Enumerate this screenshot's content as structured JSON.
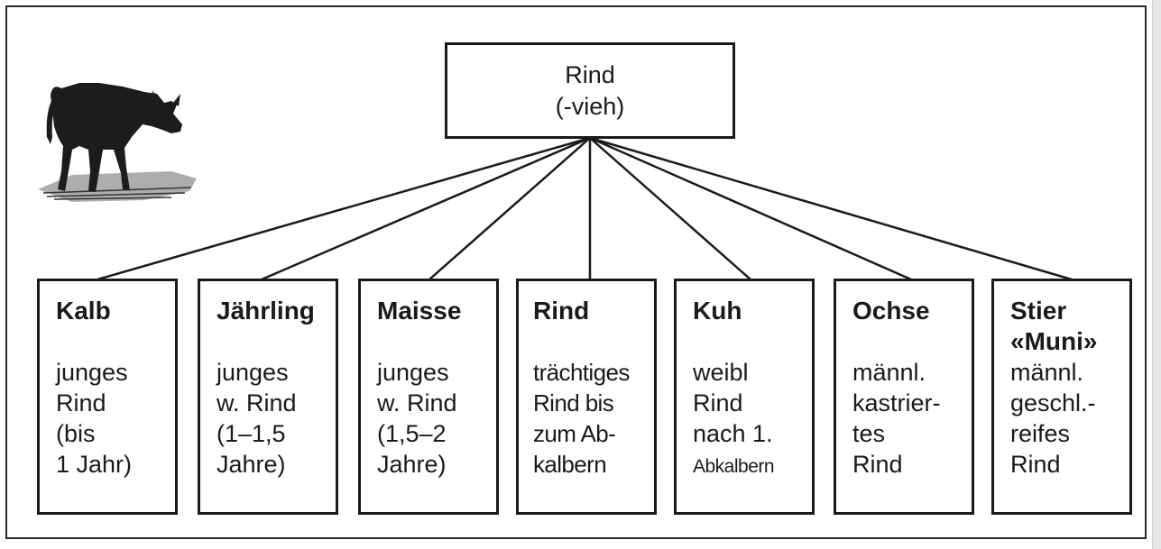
{
  "root": {
    "line1": "Rind",
    "line2": "(-vieh)"
  },
  "children": [
    {
      "title": "Kalb",
      "desc": "junges\nRind\n(bis\n1 Jahr)"
    },
    {
      "title": "Jährling",
      "desc": "junges\nw. Rind\n(1–1,5\nJahre)"
    },
    {
      "title": "Maisse",
      "desc": "junges\nw. Rind\n(1,5–2\nJahre)"
    },
    {
      "title": "Rind",
      "desc": "trächtiges\nRind bis\nzum Ab-\nkalbern"
    },
    {
      "title": "Kuh",
      "desc": "weibl\nRind\nnach 1.",
      "desc_small": "Abkalbern"
    },
    {
      "title": "Ochse",
      "desc": "männl.\nkastrier-\ntes\nRind"
    },
    {
      "title": "Stier\n«Muni»",
      "desc": "männl.\ngeschl.-\nreifes\nRind"
    }
  ],
  "colors": {
    "line": "#1a1a1a",
    "frame": "#2a2a2a",
    "background": "#ffffff"
  },
  "illustration": "calf-silhouette"
}
